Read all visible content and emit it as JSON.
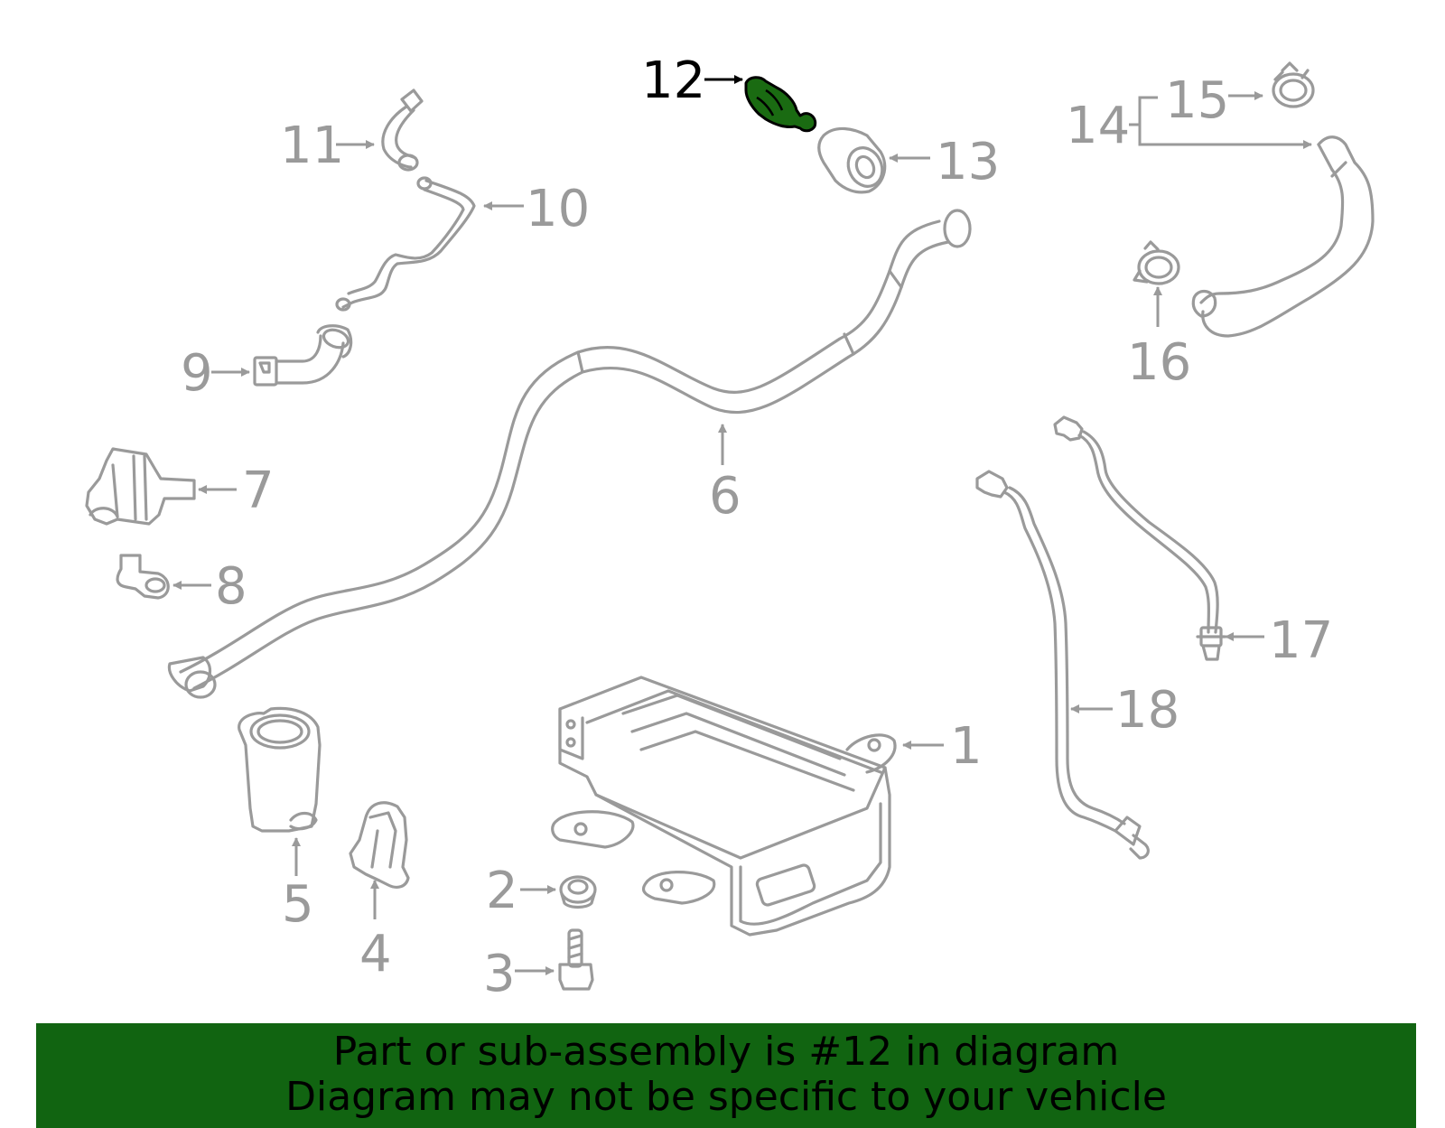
{
  "diagram": {
    "highlighted_part": "12",
    "highlight_color": "#1a6b12",
    "part_color": "#9a9a9a",
    "callouts": [
      "1",
      "2",
      "3",
      "4",
      "5",
      "6",
      "7",
      "8",
      "9",
      "10",
      "11",
      "12",
      "13",
      "14",
      "15",
      "16",
      "17",
      "18"
    ]
  },
  "banner": {
    "line1": "Part or sub-assembly is #12 in diagram",
    "line2": "Diagram may not be specific to your vehicle",
    "background": "#116411"
  }
}
